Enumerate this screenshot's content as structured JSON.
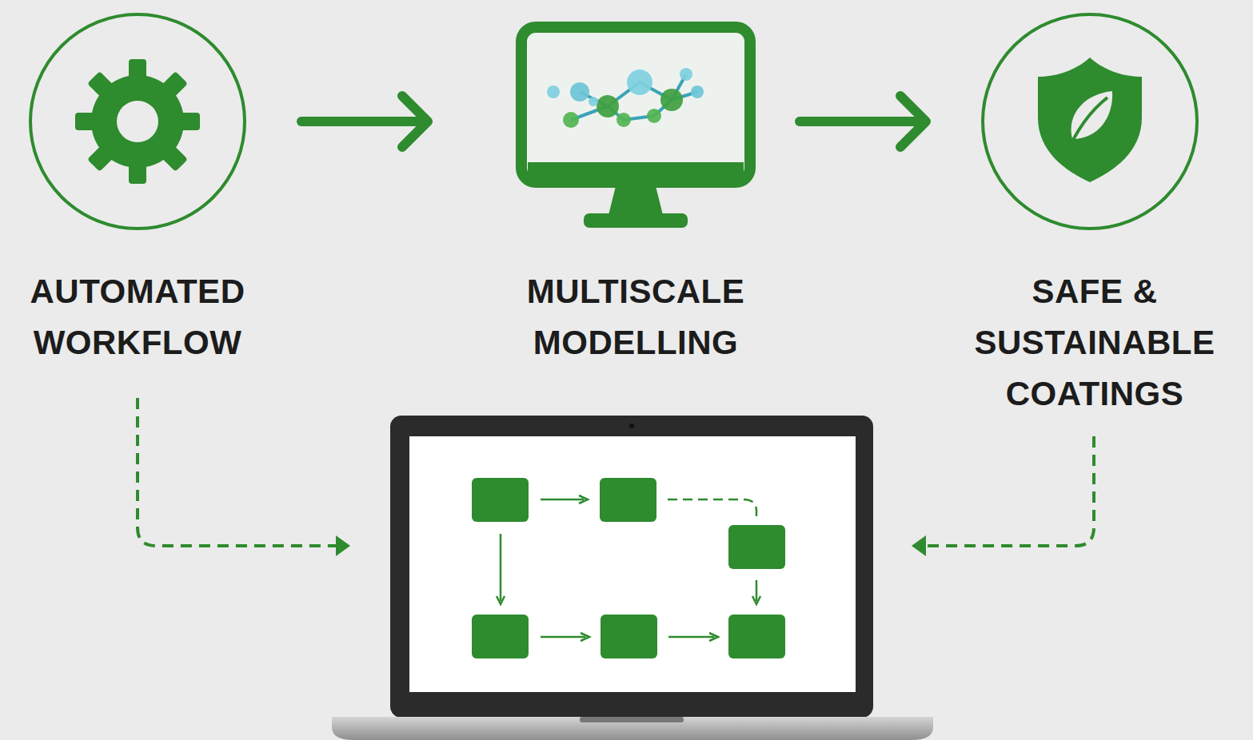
{
  "diagram": {
    "nodes": [
      {
        "text": [
          "AUTOMATED WORKFLOW"
        ]
      },
      {
        "text": [
          "MULTISCALE MODELLING"
        ]
      },
      {
        "text": [
          "SAFE & SUSTAINABLE COATINGS"
        ]
      }
    ],
    "edges": [
      {
        "from": 0,
        "to": 1,
        "arrow": "to"
      },
      {
        "from": 1,
        "to": 2,
        "arrow": "to"
      }
    ]
  }
}
